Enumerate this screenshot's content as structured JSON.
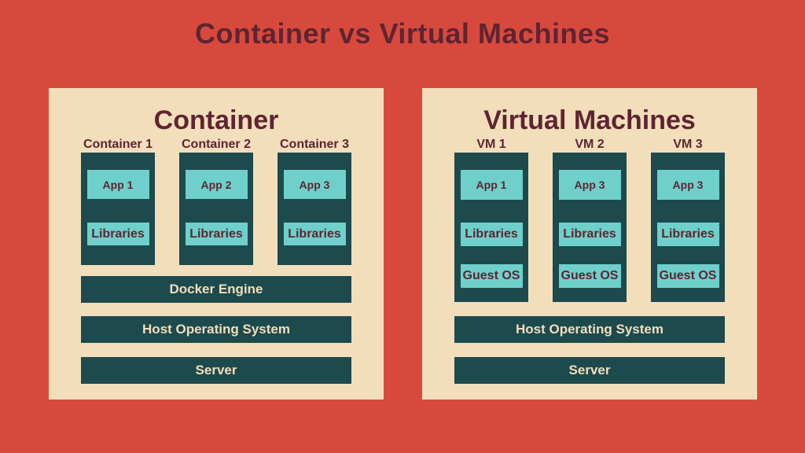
{
  "page": {
    "title": "Container vs Virtual Machines"
  },
  "colors": {
    "background": "#d8493d",
    "panel": "#f3debb",
    "box_dark_teal": "#1d4a4d",
    "box_light_teal": "#6fd0cb",
    "text_maroon": "#5e2431",
    "text_cream": "#f3debb"
  },
  "container_panel": {
    "heading": "Container",
    "columns": [
      {
        "label": "Container 1",
        "app": "App 1",
        "libraries": "Libraries"
      },
      {
        "label": "Container 2",
        "app": "App 2",
        "libraries": "Libraries"
      },
      {
        "label": "Container 3",
        "app": "App 3",
        "libraries": "Libraries"
      }
    ],
    "bars": [
      "Docker Engine",
      "Host Operating System",
      "Server"
    ]
  },
  "vm_panel": {
    "heading": "Virtual Machines",
    "columns": [
      {
        "label": "VM 1",
        "app": "App 1",
        "libraries": "Libraries",
        "guest_os": "Guest OS"
      },
      {
        "label": "VM 2",
        "app": "App 3",
        "libraries": "Libraries",
        "guest_os": "Guest OS"
      },
      {
        "label": "VM 3",
        "app": "App 3",
        "libraries": "Libraries",
        "guest_os": "Guest OS"
      }
    ],
    "bars": [
      "Host Operating System",
      "Server"
    ]
  }
}
